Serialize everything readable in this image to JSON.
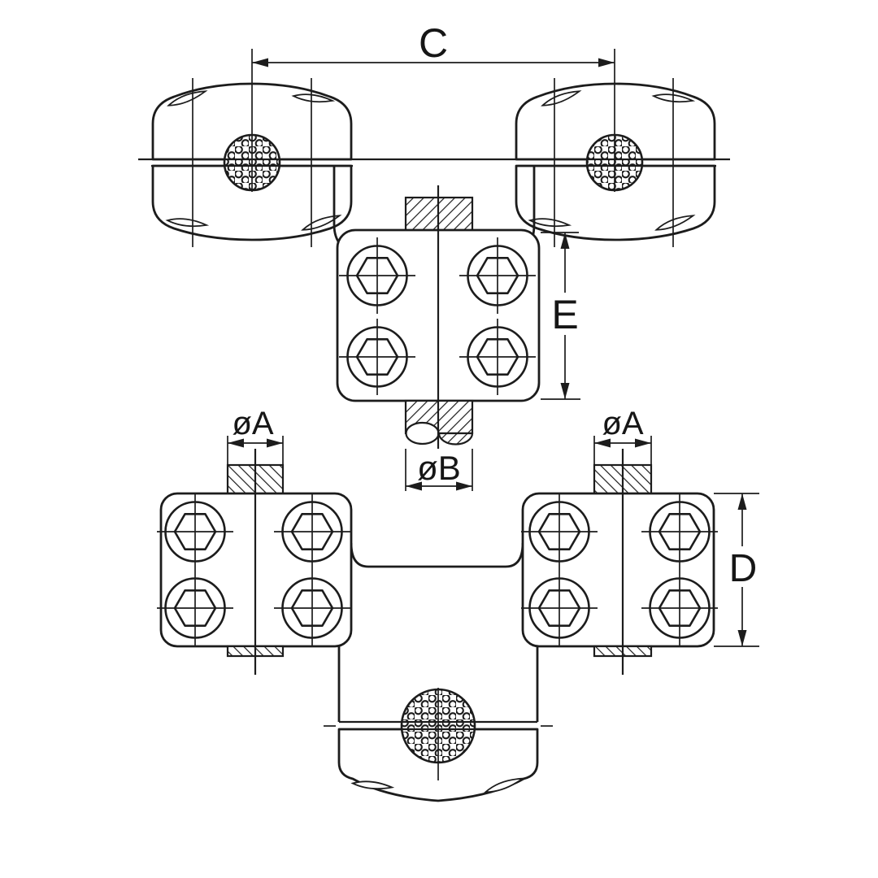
{
  "canvas": {
    "background": "#ffffff",
    "line_color": "#1c1c1c",
    "label_color": "#161616"
  },
  "labels": {
    "c": "C",
    "e": "E",
    "ob": "øB",
    "oa_left": "øA",
    "oa_right": "øA",
    "d": "D"
  }
}
